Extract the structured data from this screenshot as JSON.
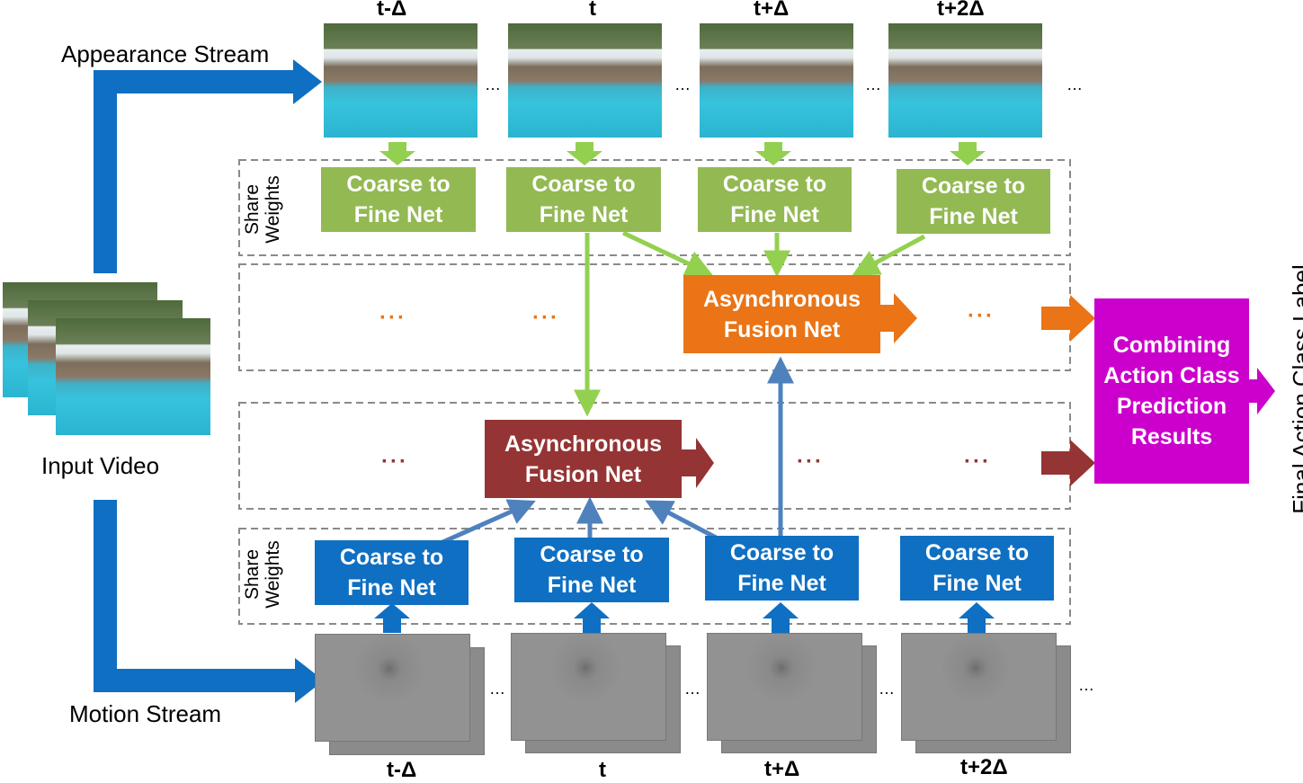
{
  "labels": {
    "appearance_stream": "Appearance Stream",
    "motion_stream": "Motion Stream",
    "input_video": "Input Video",
    "final_label": "Final Action Class Label",
    "share_weights": "Share\nWeights"
  },
  "time_labels_top": [
    "t-Δ",
    "t",
    "t+Δ",
    "t+2Δ"
  ],
  "time_labels_bottom": [
    "t-Δ",
    "t",
    "t+Δ",
    "t+2Δ"
  ],
  "appearance_nets": [
    "Coarse to\nFine Net",
    "Coarse to\nFine Net",
    "Coarse to\nFine Net",
    "Coarse to\nFine Net"
  ],
  "motion_nets": [
    "Coarse to\nFine Net",
    "Coarse to\nFine Net",
    "Coarse to\nFine Net",
    "Coarse to\nFine Net"
  ],
  "fusion_appearance": "Asynchronous\nFusion Net",
  "fusion_motion": "Asynchronous\nFusion Net",
  "combining": "Combining\nAction Class\nPrediction\nResults",
  "ellipsis": "…",
  "dots": "···",
  "colors": {
    "green": "#93b953",
    "blue": "#0f6fc2",
    "arrow_blue": "#4f81bd",
    "orange": "#ea7416",
    "dark_red": "#953434",
    "magenta": "#cc00cc",
    "dashed": "#8a8a8a"
  }
}
